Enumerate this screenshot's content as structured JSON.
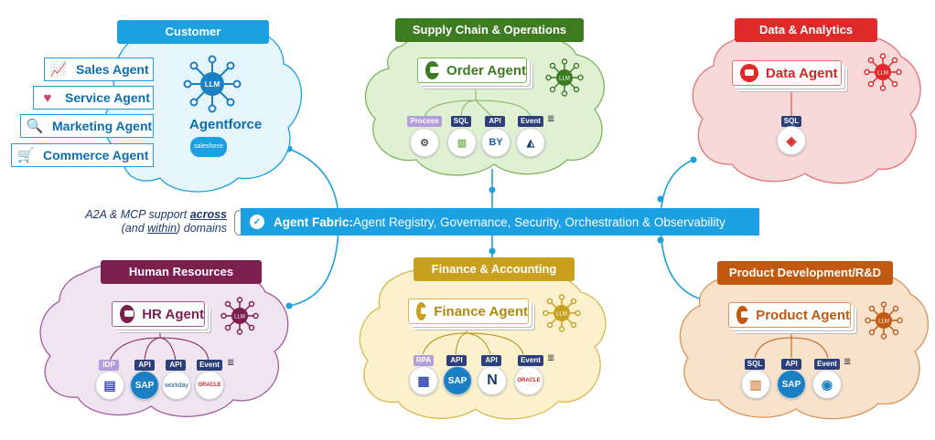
{
  "fabric": {
    "prefix": "Agent Fabric:",
    "text": " Agent Registry, Governance, Security, Orchestration & Observability",
    "color": "#1ba0e2"
  },
  "note": {
    "line1_a": "A2A & MCP support ",
    "line1_b": "across",
    "line2_a": "(and ",
    "line2_b": "within",
    "line2_c": ") domains"
  },
  "customer": {
    "title": "Customer",
    "color": "#1ba0e2",
    "items": [
      {
        "label": "Sales Agent",
        "icon": "chart-icon"
      },
      {
        "label": "Service Agent",
        "icon": "heart-icon"
      },
      {
        "label": "Marketing Agent",
        "icon": "magnifier-icon"
      },
      {
        "label": "Commerce Agent",
        "icon": "cart-icon"
      }
    ],
    "llm": "LLM",
    "brand": "Agentforce",
    "vendor": "salesforce"
  },
  "supply": {
    "title": "Supply Chain & Operations",
    "color": "#3e7c22",
    "agent": "Order Agent",
    "llm": "LLM",
    "tags": [
      "Process",
      "SQL",
      "API",
      "Event"
    ],
    "tools": [
      "",
      "",
      "BY",
      ""
    ]
  },
  "data": {
    "title": "Data & Analytics",
    "color": "#e02a2a",
    "agent": "Data Agent",
    "llm": "LLM",
    "tags": [
      "SQL"
    ]
  },
  "hr": {
    "title": "Human Resources",
    "color": "#7a1f4e",
    "agent": "HR Agent",
    "llm": "LLM",
    "tags": [
      "IDP",
      "API",
      "API",
      "Event"
    ],
    "tools": [
      "",
      "SAP",
      "workday",
      "ORACLE"
    ]
  },
  "finance": {
    "title": "Finance & Accounting",
    "color": "#c9a020",
    "agent": "Finance Agent",
    "llm": "LLM",
    "tags": [
      "RPA",
      "API",
      "API",
      "Event"
    ],
    "tools": [
      "",
      "SAP",
      "N",
      "ORACLE"
    ]
  },
  "product": {
    "title": "Product Development/R&D",
    "color": "#c15a10",
    "agent": "Product Agent",
    "llm": "LLM",
    "tags": [
      "SQL",
      "API",
      "Event"
    ],
    "tools": [
      "",
      "SAP",
      ""
    ]
  }
}
